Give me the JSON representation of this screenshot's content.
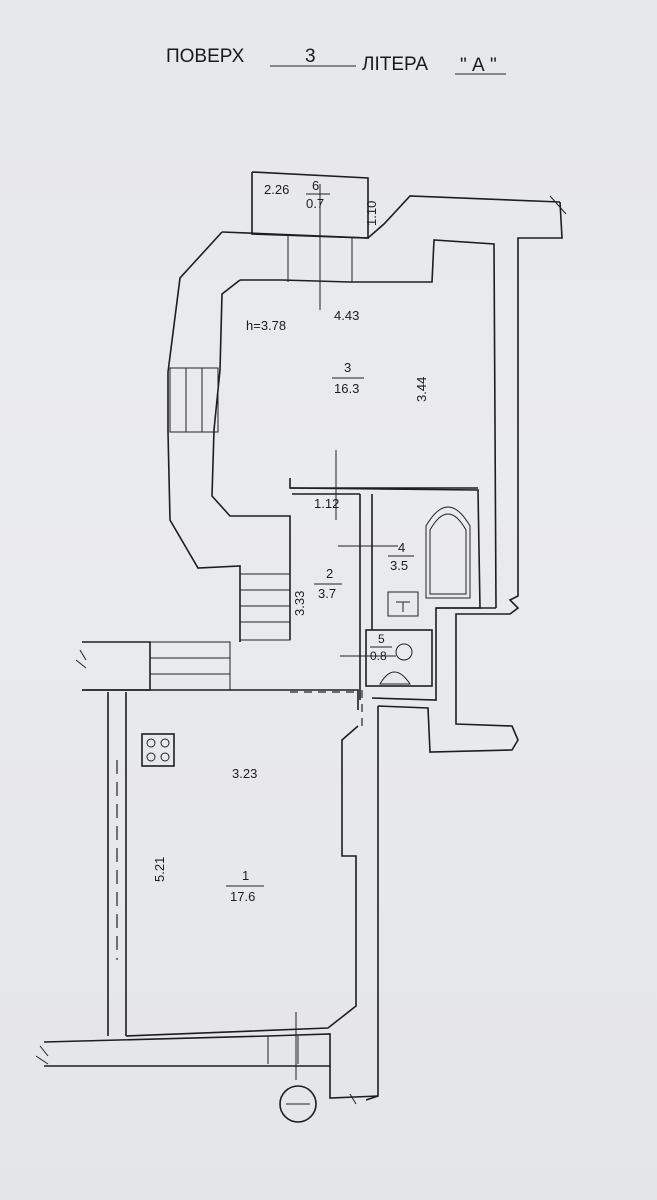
{
  "header": {
    "floor_label": "ПОВЕРХ",
    "floor_value": "3",
    "letter_label": "ЛІТЕРА",
    "letter_value": "\" А \""
  },
  "rooms": [
    {
      "number": "1",
      "area": "17.6",
      "width": "3.23",
      "length": "5.21"
    },
    {
      "number": "2",
      "area": "3.7",
      "length": "3.33",
      "width": "1.12"
    },
    {
      "number": "3",
      "area": "16.3",
      "width": "4.43",
      "length": "3.44",
      "height": "h=3.78"
    },
    {
      "number": "4",
      "area": "3.5"
    },
    {
      "number": "5",
      "area": "0.8"
    },
    {
      "number": "6",
      "area": "0.7",
      "width": "2.26",
      "length": "1.10"
    }
  ],
  "icons": [
    "stove-icon",
    "bathtub-icon",
    "toilet-icon",
    "sink-icon",
    "stair-icon",
    "circle-marker-icon"
  ]
}
